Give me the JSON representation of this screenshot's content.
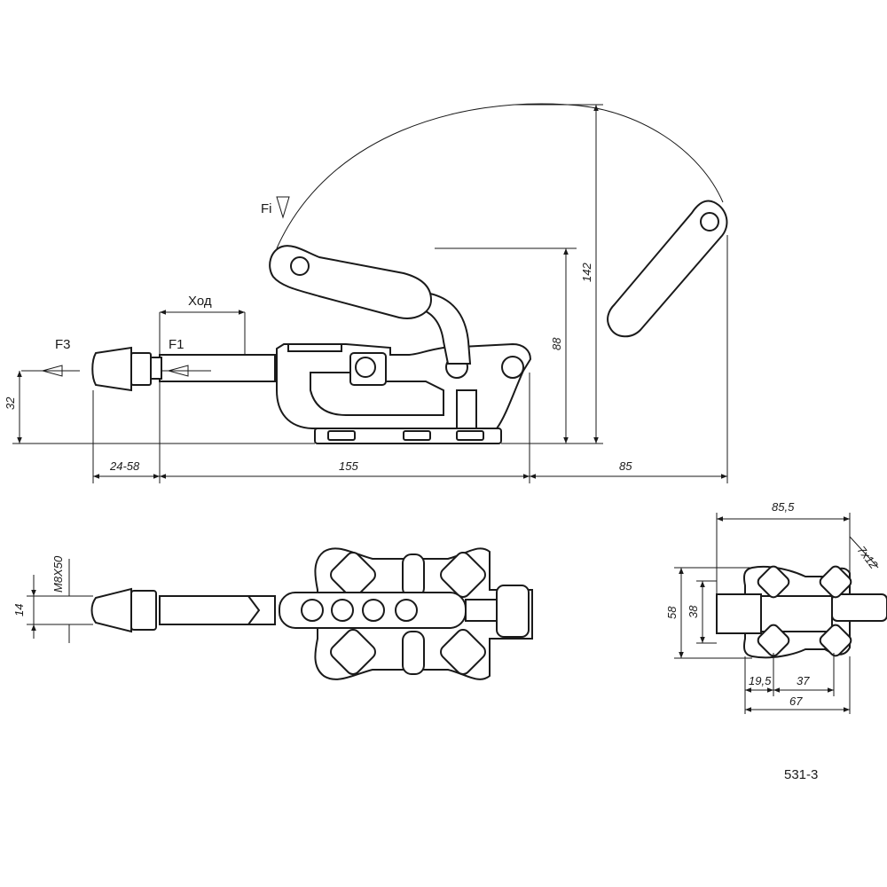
{
  "drawing": {
    "model_code": "531-3",
    "side_view": {
      "force_labels": [
        "F3",
        "F1",
        "Fi"
      ],
      "stroke_label": "Ход",
      "dims": {
        "height_32": "32",
        "height_88": "88",
        "height_142": "142",
        "len_24_58": "24-58",
        "len_155": "155",
        "len_85": "85"
      }
    },
    "top_view": {
      "thread_label": "M8X50",
      "dim_14": "14"
    },
    "end_view": {
      "dims": {
        "w_85_5": "85,5",
        "slot_7x12": "7x12",
        "h_58": "58",
        "h_38": "38",
        "w_19_5": "19,5",
        "w_37": "37",
        "w_67": "67"
      }
    }
  }
}
